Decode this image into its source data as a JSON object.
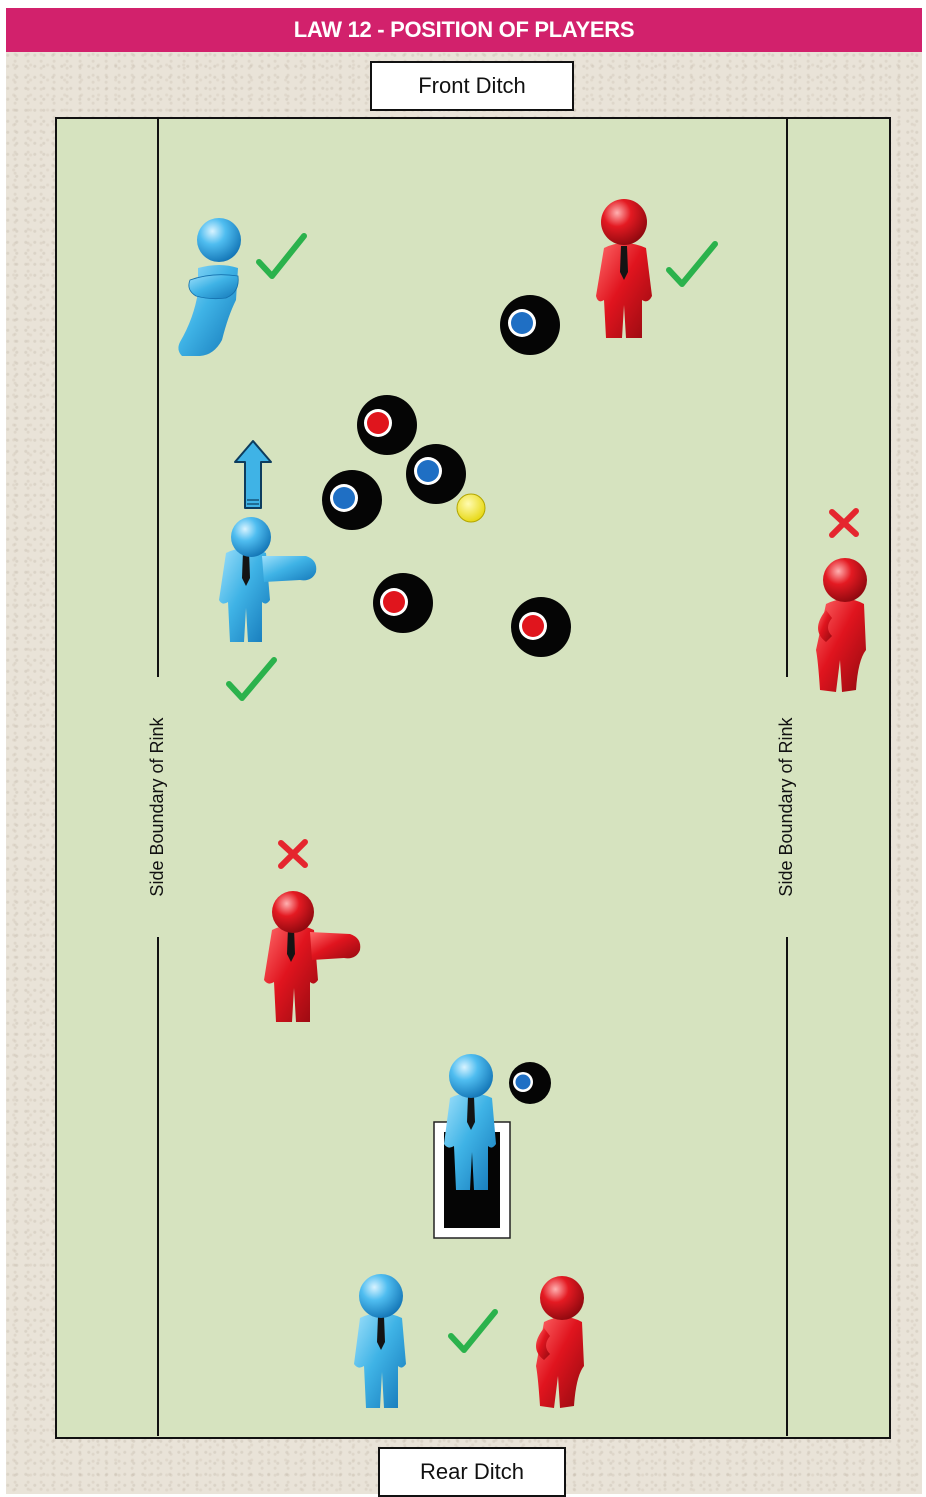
{
  "title": "LAW 12 - POSITION OF PLAYERS",
  "front_ditch": "Front Ditch",
  "rear_ditch": "Rear Ditch",
  "side_boundary_left": "Side Boundary of Rink",
  "side_boundary_right": "Side Boundary of Rink",
  "colors": {
    "banner": "#d2216c",
    "rink": "#d6e3bf",
    "background": "#e9e3d8",
    "blue_player": "#3fb3e6",
    "red_player": "#e0141e",
    "correct_tick": "#2bb24c",
    "wrong_cross": "#e5262e",
    "jack": "#f7ea14"
  },
  "players": [
    {
      "team": "blue",
      "pose": "arms-crossed",
      "status": "correct"
    },
    {
      "team": "red",
      "pose": "standing",
      "status": "correct"
    },
    {
      "team": "blue",
      "pose": "pointing",
      "status": "correct"
    },
    {
      "team": "red",
      "pose": "hands-on-hips",
      "status": "incorrect"
    },
    {
      "team": "red",
      "pose": "pointing",
      "status": "incorrect"
    },
    {
      "team": "blue",
      "pose": "on-mat",
      "status": "delivering"
    },
    {
      "team": "blue",
      "pose": "standing",
      "status": "correct"
    },
    {
      "team": "red",
      "pose": "hands-on-hips",
      "status": "correct"
    }
  ],
  "bowls": [
    "blue",
    "red",
    "blue",
    "blue",
    "red",
    "red",
    "blue"
  ],
  "jack": "yellow",
  "icons": [
    "check-icon",
    "cross-icon",
    "arrow-up-icon",
    "mat-icon"
  ]
}
